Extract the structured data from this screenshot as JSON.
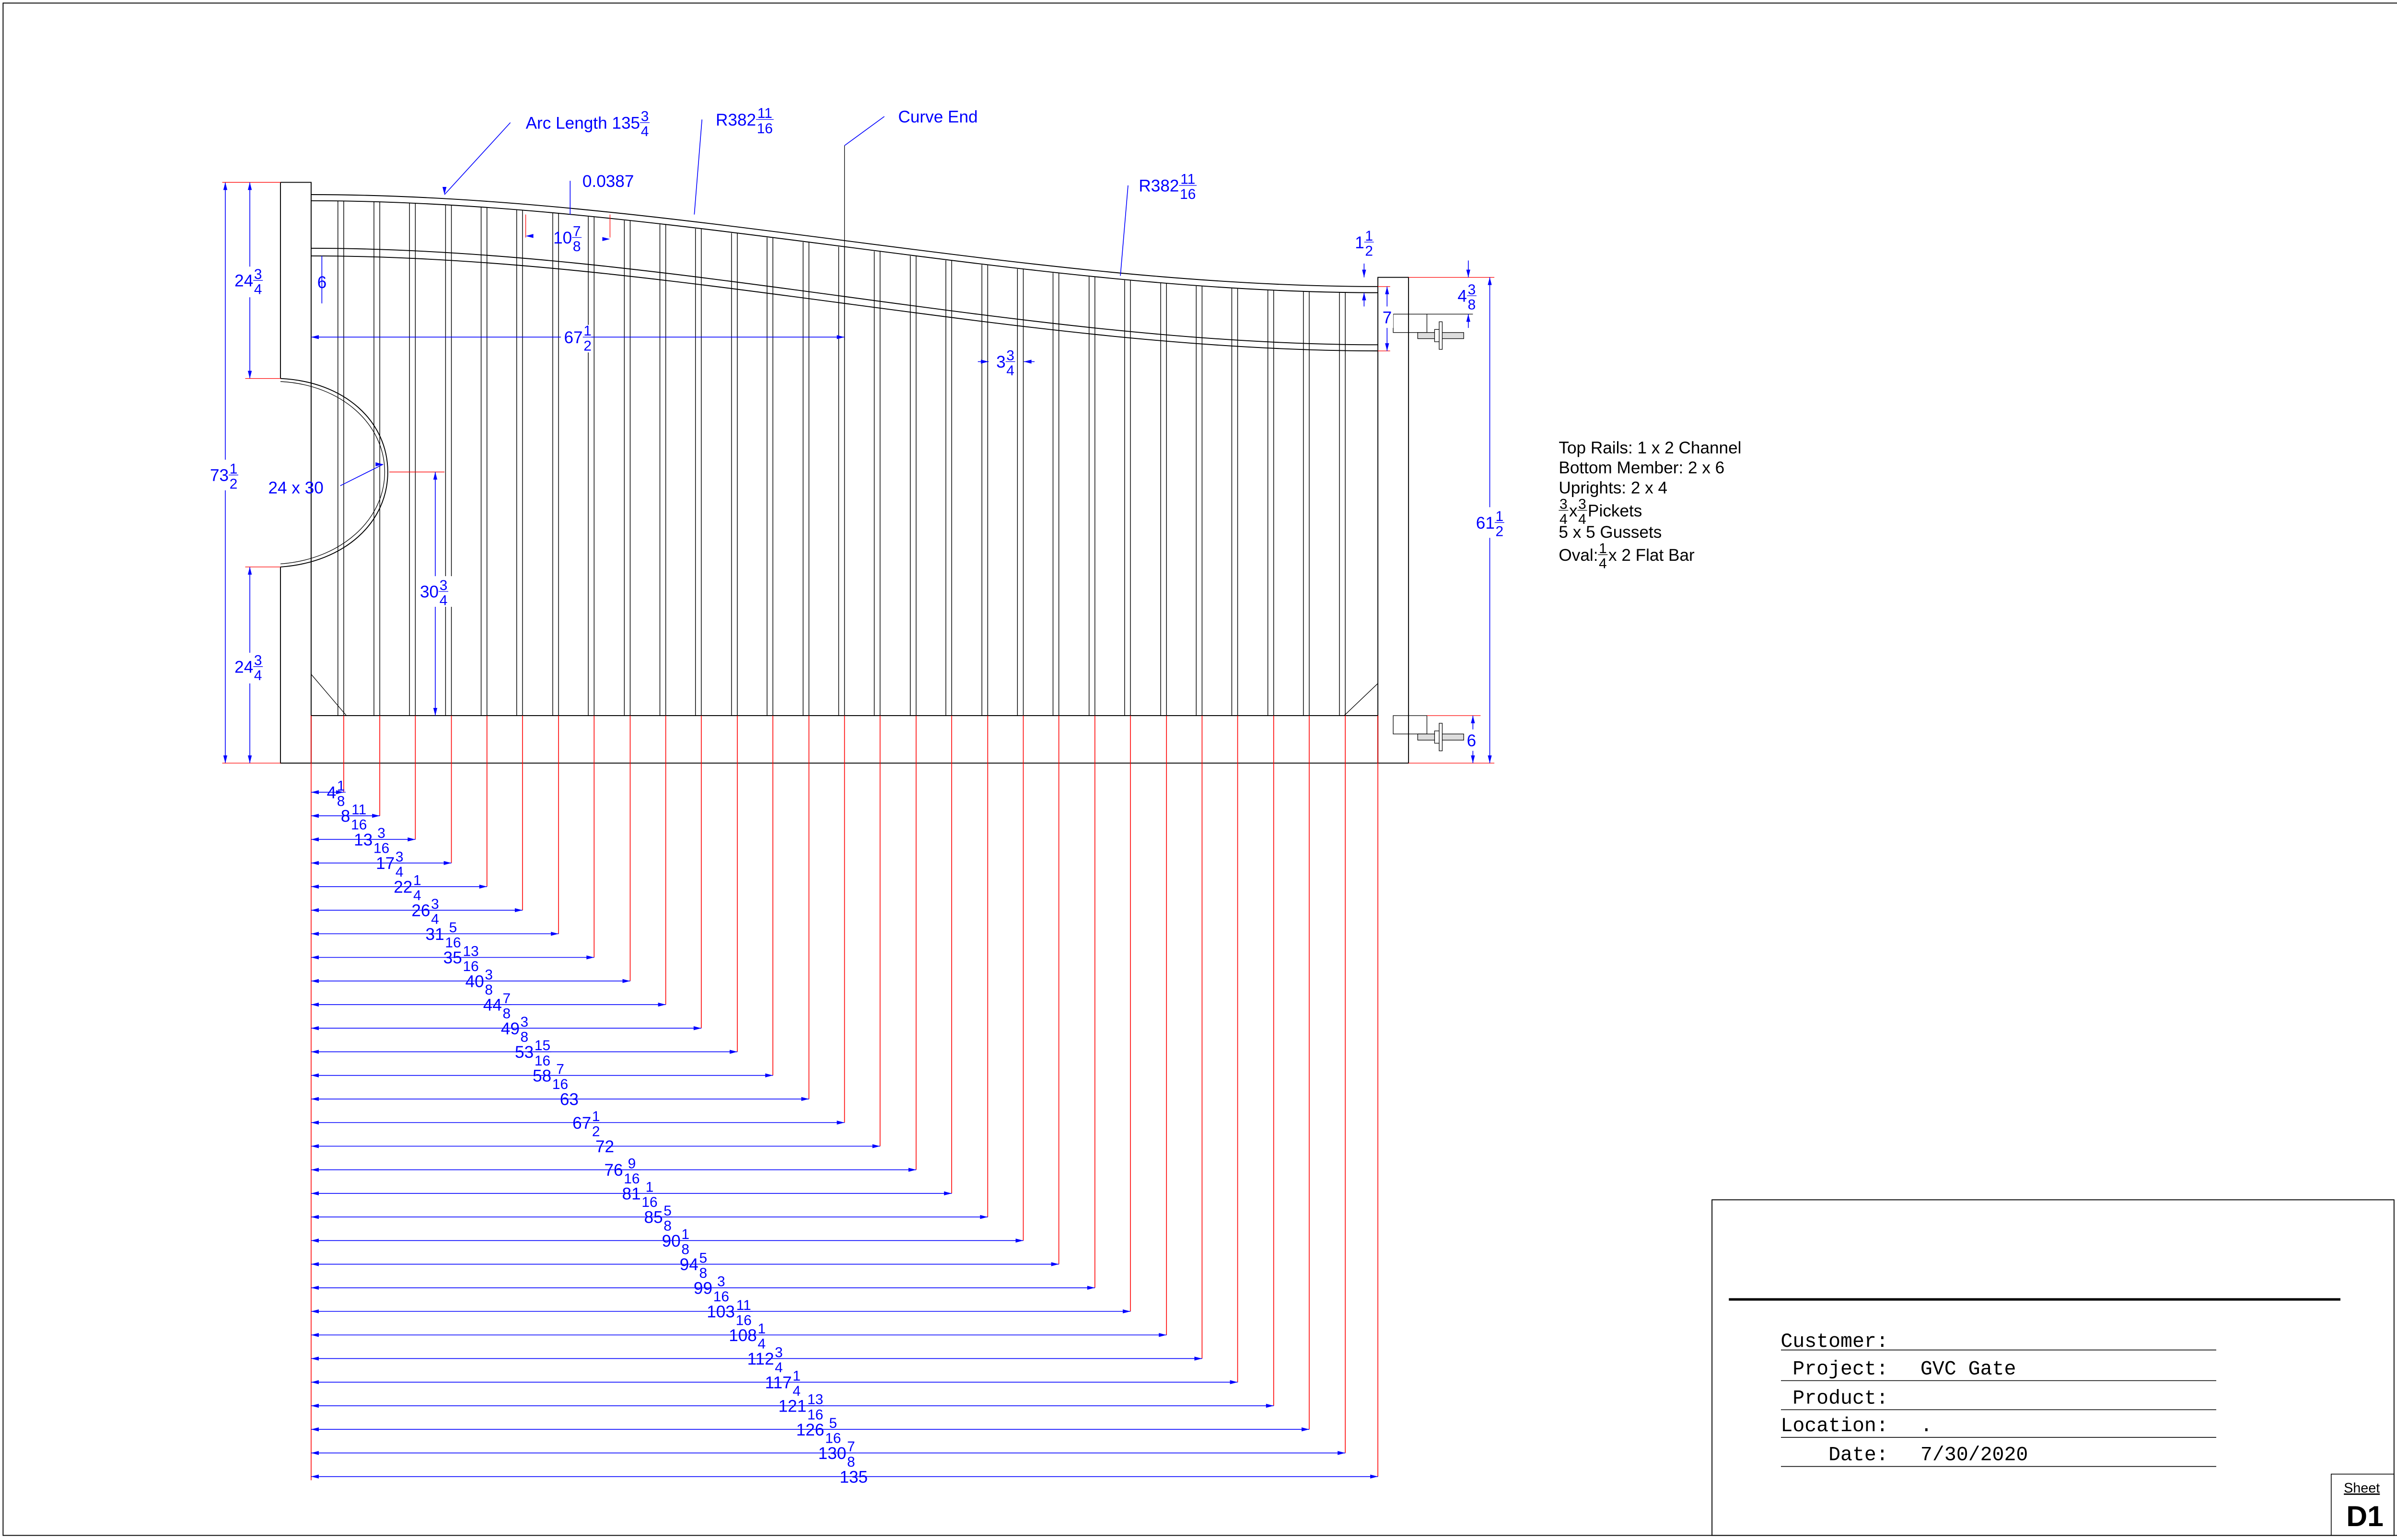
{
  "colors": {
    "geometry": "#000000",
    "dimension": "#0000ff",
    "extension": "#ff0000"
  },
  "annotations": {
    "arc_length": {
      "whole": "Arc Length 135",
      "num": "3",
      "den": "4"
    },
    "radius_1": {
      "whole": "R382",
      "num": "11",
      "den": "16"
    },
    "radius_2": {
      "whole": "R382",
      "num": "11",
      "den": "16"
    },
    "curve_end": {
      "whole": "Curve End"
    },
    "offset": {
      "whole": "0.0387"
    },
    "chord": {
      "whole": "10",
      "num": "7",
      "den": "8"
    },
    "overall_height": {
      "whole": "73",
      "num": "1",
      "den": "2"
    },
    "post_top": {
      "whole": "24",
      "num": "3",
      "den": "4"
    },
    "post_bottom": {
      "whole": "24",
      "num": "3",
      "den": "4"
    },
    "rail_gap": {
      "whole": "6"
    },
    "curve_end_x": {
      "whole": "67",
      "num": "1",
      "den": "2"
    },
    "oval_size": {
      "whole": "24 x 30"
    },
    "oval_height": {
      "whole": "30",
      "num": "3",
      "den": "4"
    },
    "picket_spacing": {
      "whole": "3",
      "num": "3",
      "den": "4"
    },
    "rail_drop": {
      "whole": "1",
      "num": "1",
      "den": "2"
    },
    "hinge_top": {
      "whole": "4",
      "num": "3",
      "den": "8"
    },
    "rail_to_rail": {
      "whole": "7"
    },
    "hinge_bottom": {
      "whole": "6"
    },
    "post_height": {
      "whole": "61",
      "num": "1",
      "den": "2"
    }
  },
  "picket_dimensions": [
    {
      "value": 4.125,
      "whole": "4",
      "num": "1",
      "den": "8"
    },
    {
      "value": 8.6875,
      "whole": "8",
      "num": "11",
      "den": "16"
    },
    {
      "value": 13.1875,
      "whole": "13",
      "num": "3",
      "den": "16"
    },
    {
      "value": 17.75,
      "whole": "17",
      "num": "3",
      "den": "4"
    },
    {
      "value": 22.25,
      "whole": "22",
      "num": "1",
      "den": "4"
    },
    {
      "value": 26.75,
      "whole": "26",
      "num": "3",
      "den": "4"
    },
    {
      "value": 31.3125,
      "whole": "31",
      "num": "5",
      "den": "16"
    },
    {
      "value": 35.8125,
      "whole": "35",
      "num": "13",
      "den": "16"
    },
    {
      "value": 40.375,
      "whole": "40",
      "num": "3",
      "den": "8"
    },
    {
      "value": 44.875,
      "whole": "44",
      "num": "7",
      "den": "8"
    },
    {
      "value": 49.375,
      "whole": "49",
      "num": "3",
      "den": "8"
    },
    {
      "value": 53.9375,
      "whole": "53",
      "num": "15",
      "den": "16"
    },
    {
      "value": 58.4375,
      "whole": "58",
      "num": "7",
      "den": "16"
    },
    {
      "value": 63,
      "whole": "63"
    },
    {
      "value": 67.5,
      "whole": "67",
      "num": "1",
      "den": "2"
    },
    {
      "value": 72,
      "whole": "72"
    },
    {
      "value": 76.5625,
      "whole": "76",
      "num": "9",
      "den": "16"
    },
    {
      "value": 81.0625,
      "whole": "81",
      "num": "1",
      "den": "16"
    },
    {
      "value": 85.625,
      "whole": "85",
      "num": "5",
      "den": "8"
    },
    {
      "value": 90.125,
      "whole": "90",
      "num": "1",
      "den": "8"
    },
    {
      "value": 94.625,
      "whole": "94",
      "num": "5",
      "den": "8"
    },
    {
      "value": 99.1875,
      "whole": "99",
      "num": "3",
      "den": "16"
    },
    {
      "value": 103.6875,
      "whole": "103",
      "num": "11",
      "den": "16"
    },
    {
      "value": 108.25,
      "whole": "108",
      "num": "1",
      "den": "4"
    },
    {
      "value": 112.75,
      "whole": "112",
      "num": "3",
      "den": "4"
    },
    {
      "value": 117.25,
      "whole": "117",
      "num": "1",
      "den": "4"
    },
    {
      "value": 121.8125,
      "whole": "121",
      "num": "13",
      "den": "16"
    },
    {
      "value": 126.3125,
      "whole": "126",
      "num": "5",
      "den": "16"
    },
    {
      "value": 130.875,
      "whole": "130",
      "num": "7",
      "den": "8"
    },
    {
      "value": 135,
      "whole": "135"
    }
  ],
  "notes": [
    {
      "whole": "Top Rails:  1 x 2 Channel"
    },
    {
      "whole": "Bottom Member:  2 x 6"
    },
    {
      "whole": "Uprights:  2 x 4"
    },
    {
      "whole": "",
      "num": "3",
      "den": "4",
      "after": " x ",
      "num2": "3",
      "den2": "4",
      "tail": " Pickets"
    },
    {
      "whole": "5 x 5 Gussets"
    },
    {
      "whole": "Oval:  ",
      "num": "1",
      "den": "4",
      "tail": " x 2 Flat Bar"
    }
  ],
  "title_block": {
    "customer_label": "Customer:",
    "customer_value": "",
    "project_label": "Project:",
    "project_value": "GVC Gate",
    "product_label": "Product:",
    "product_value": "",
    "location_label": "Location:",
    "location_value": ".",
    "date_label": "Date:",
    "date_value": "7/30/2020",
    "sheet_label": "Sheet",
    "sheet_number": "D1"
  }
}
